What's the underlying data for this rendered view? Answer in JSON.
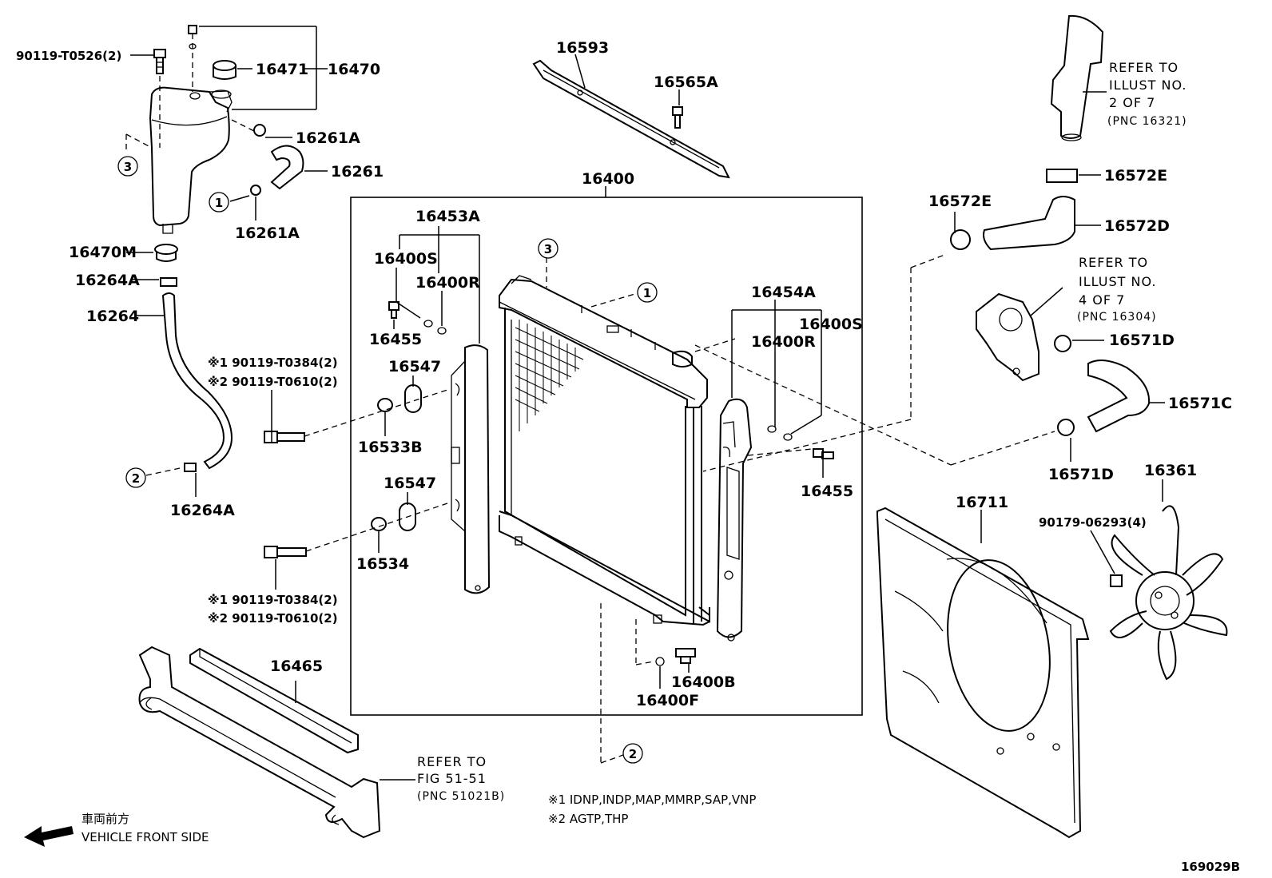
{
  "labels": {
    "p90119_T0526": "90119-T0526(2)",
    "p16471": "16471",
    "p16470": "16470",
    "p16261A_a": "16261A",
    "p16261": "16261",
    "p16261A_b": "16261A",
    "p16470M": "16470M",
    "p16264A_a": "16264A",
    "p16264": "16264",
    "p16264A_b": "16264A",
    "p16593": "16593",
    "p16565A": "16565A",
    "p16400": "16400",
    "p16453A": "16453A",
    "p16400S_a": "16400S",
    "p16400R_a": "16400R",
    "p16455_a": "16455",
    "p16547_a": "16547",
    "p16533B": "16533B",
    "p16547_b": "16547",
    "p16534": "16534",
    "p16454A": "16454A",
    "p16400S_b": "16400S",
    "p16400R_b": "16400R",
    "p16455_b": "16455",
    "p16400B": "16400B",
    "p16400F": "16400F",
    "p16465": "16465",
    "p16572E_a": "16572E",
    "p16572E_b": "16572E",
    "p16572D": "16572D",
    "p16571D_a": "16571D",
    "p16571C": "16571C",
    "p16571D_b": "16571D",
    "p16711": "16711",
    "p16361": "16361",
    "p90179_06293": "90179-06293(4)",
    "bolt_upper_1": "※1 90119-T0384(2)",
    "bolt_upper_2": "※2 90119-T0610(2)",
    "bolt_lower_1": "※1 90119-T0384(2)",
    "bolt_lower_2": "※2 90119-T0610(2)",
    "circle_1": "1",
    "circle_2": "2",
    "circle_3": "3",
    "diagram_code": "169029B"
  },
  "refs": {
    "ref_top_right": [
      "REFER TO",
      "ILLUST NO.",
      "2 OF 7",
      "(PNC 16321)"
    ],
    "ref_mid_right": [
      "REFER TO",
      "ILLUST NO.",
      "4 OF 7",
      "(PNC 16304)"
    ],
    "ref_bottom": [
      "REFER TO",
      "FIG 51-51",
      "(PNC 51021B)"
    ]
  },
  "notes": {
    "note1": "※1 IDNP,INDP,MAP,MMRP,SAP,VNP",
    "note2": "※2 AGTP,THP"
  },
  "direction": {
    "japanese": "車両前方",
    "english": "VEHICLE FRONT SIDE",
    "icon": "arrow-left-icon"
  }
}
